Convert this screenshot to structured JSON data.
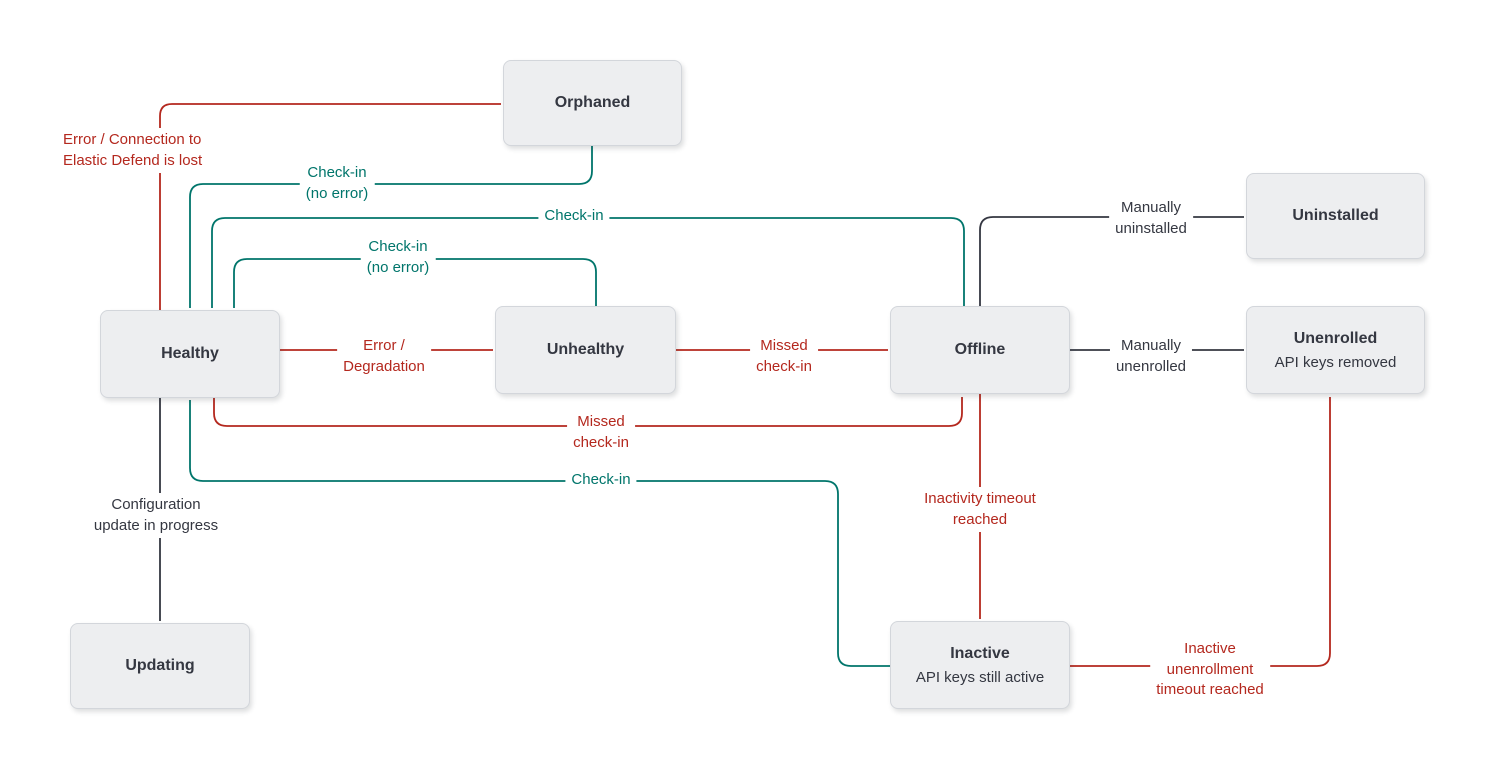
{
  "colors": {
    "red": "#b4281e",
    "teal": "#00756b",
    "dark": "#343741",
    "node_bg": "#edeef0",
    "node_border": "#d3d6db"
  },
  "nodes": {
    "orphaned": {
      "title": "Orphaned"
    },
    "healthy": {
      "title": "Healthy"
    },
    "unhealthy": {
      "title": "Unhealthy"
    },
    "offline": {
      "title": "Offline"
    },
    "uninstalled": {
      "title": "Uninstalled"
    },
    "unenrolled": {
      "title": "Unenrolled",
      "subtitle": "API keys removed"
    },
    "updating": {
      "title": "Updating"
    },
    "inactive": {
      "title": "Inactive",
      "subtitle": "API keys still active"
    }
  },
  "edges": {
    "healthy_to_orphaned": {
      "label": "Error / Connection to\nElastic Defend is lost"
    },
    "orphaned_to_healthy": {
      "label": "Check-in\n(no error)"
    },
    "offline_to_healthy": {
      "label": "Check-in"
    },
    "unhealthy_to_healthy": {
      "label": "Check-in\n(no error)"
    },
    "healthy_to_unhealthy": {
      "label": "Error /\nDegradation"
    },
    "unhealthy_to_offline": {
      "label": "Missed\ncheck-in"
    },
    "healthy_to_offline": {
      "label": "Missed\ncheck-in"
    },
    "inactive_to_healthy": {
      "label": "Check-in"
    },
    "healthy_to_updating": {
      "label": "Configuration\nupdate in progress"
    },
    "offline_to_uninstalled": {
      "label": "Manually\nuninstalled"
    },
    "offline_to_unenrolled": {
      "label": "Manually\nunenrolled"
    },
    "offline_to_inactive": {
      "label": "Inactivity timeout\nreached"
    },
    "inactive_to_unenrolled": {
      "label": "Inactive\nunenrollment\ntimeout reached"
    }
  }
}
